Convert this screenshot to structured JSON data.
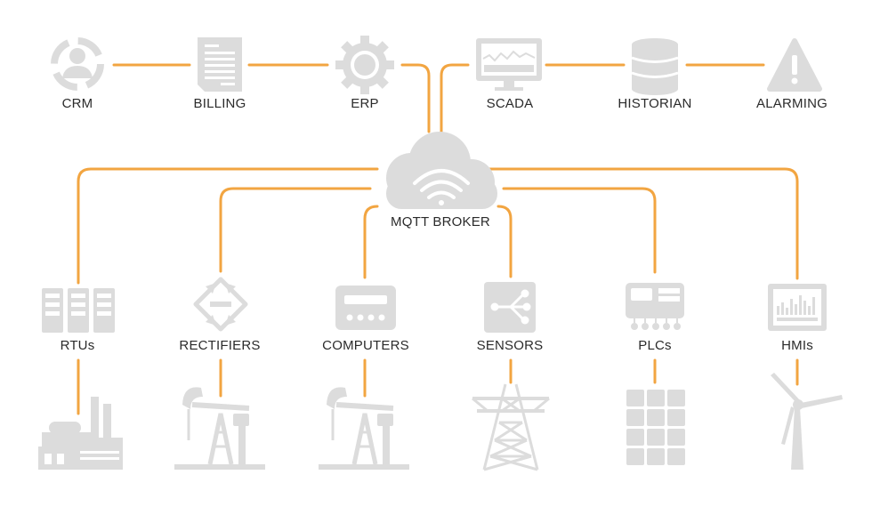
{
  "colors": {
    "connector": "#f2a541",
    "icon": "#dcdcdc",
    "text": "#2b2b2b"
  },
  "top_systems": [
    {
      "label": "CRM",
      "icon": "user-cycle-icon"
    },
    {
      "label": "BILLING",
      "icon": "invoice-icon"
    },
    {
      "label": "ERP",
      "icon": "gear-icon"
    },
    {
      "label": "SCADA",
      "icon": "monitor-icon"
    },
    {
      "label": "HISTORIAN",
      "icon": "database-icon"
    },
    {
      "label": "ALARMING",
      "icon": "warning-icon"
    }
  ],
  "broker": {
    "label": "MQTT BROKER",
    "icon": "cloud-wifi-icon"
  },
  "devices": [
    {
      "label": "RTUs",
      "icon": "rtu-rack-icon",
      "asset_icon": "factory-icon"
    },
    {
      "label": "RECTIFIERS",
      "icon": "rectifier-icon",
      "asset_icon": "pumpjack-icon"
    },
    {
      "label": "COMPUTERS",
      "icon": "flow-computer-icon",
      "asset_icon": "pumpjack-icon"
    },
    {
      "label": "SENSORS",
      "icon": "sensor-icon",
      "asset_icon": "transmission-tower-icon"
    },
    {
      "label": "PLCs",
      "icon": "plc-icon",
      "asset_icon": "solar-panel-icon"
    },
    {
      "label": "HMIs",
      "icon": "hmi-icon",
      "asset_icon": "wind-turbine-icon"
    }
  ]
}
